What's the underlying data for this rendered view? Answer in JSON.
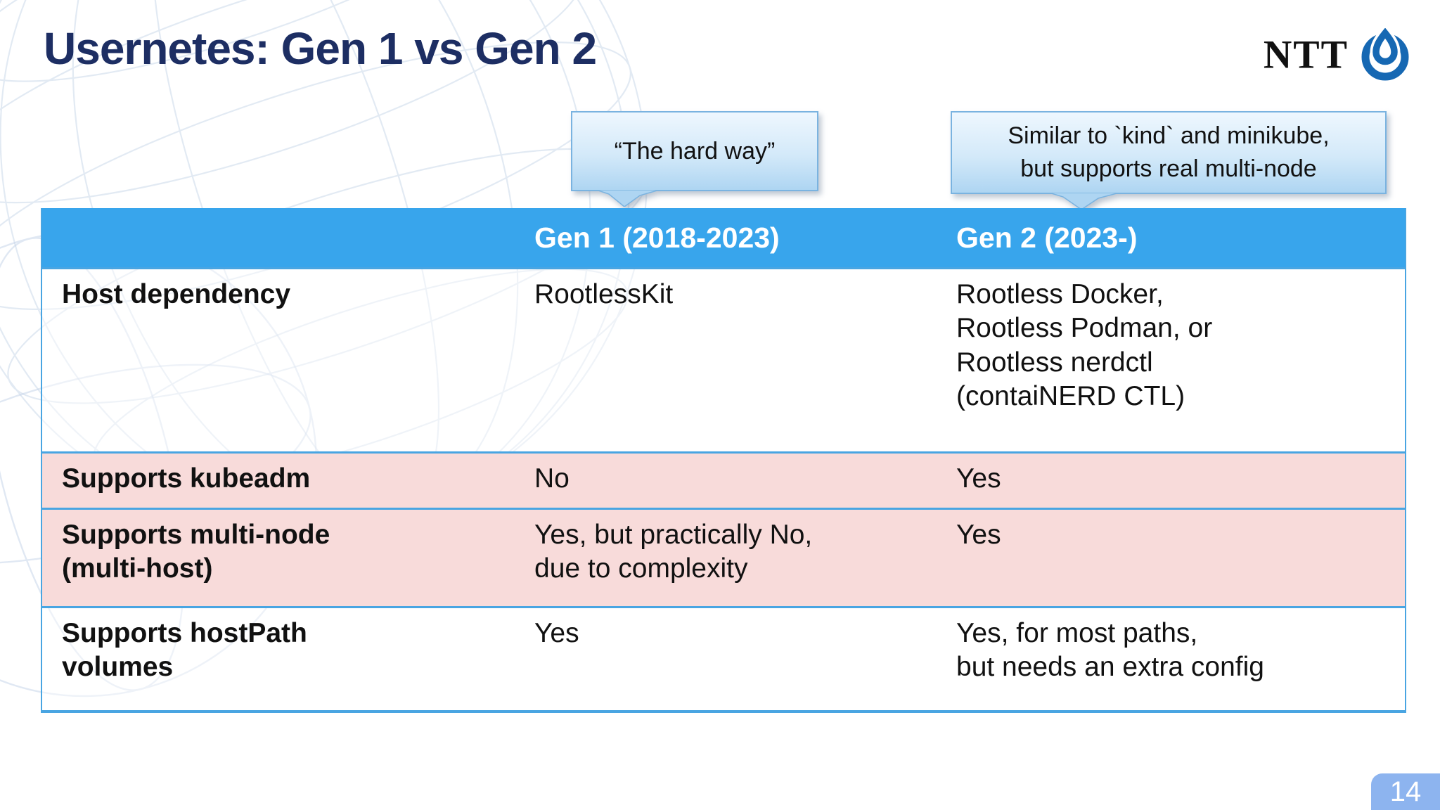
{
  "slide": {
    "title": "Usernetes: Gen 1 vs Gen 2",
    "page_number": "14"
  },
  "logo": {
    "wordmark": "NTT",
    "mark": "ntt-dynamic-loop"
  },
  "callouts": {
    "gen1": {
      "text": "“The hard way”"
    },
    "gen2": {
      "text": "Similar to `kind` and minikube,\nbut supports real multi-node"
    }
  },
  "table": {
    "columns": {
      "feature": "",
      "gen1": "Gen 1 (2018-2023)",
      "gen2": "Gen 2 (2023-)"
    },
    "rows": [
      {
        "feature": "Host dependency",
        "gen1": "RootlessKit",
        "gen2": "Rootless Docker,\nRootless Podman, or\nRootless nerdctl\n(contaiNERD CTL)",
        "highlight": false
      },
      {
        "feature": "Supports kubeadm",
        "gen1": "No",
        "gen2": "Yes",
        "highlight": true
      },
      {
        "feature": "Supports multi-node\n(multi-host)",
        "gen1": "Yes, but practically No,\ndue to complexity",
        "gen2": "Yes",
        "highlight": true
      },
      {
        "feature": "Supports hostPath\nvolumes",
        "gen1": "Yes",
        "gen2": "Yes, for most paths,\nbut needs an extra config",
        "highlight": false
      }
    ]
  },
  "colors": {
    "header_blue": "#38a5ec",
    "table_border_blue": "#49a5e2",
    "highlight_pink": "#f8dbda",
    "title_navy": "#1d2e63",
    "ntt_blue": "#1668b3",
    "callout_fill_top": "#eef7fe",
    "callout_fill_bottom": "#aed5f2",
    "callout_border": "#7ab3e0",
    "page_badge_blue": "#8db4ef"
  }
}
